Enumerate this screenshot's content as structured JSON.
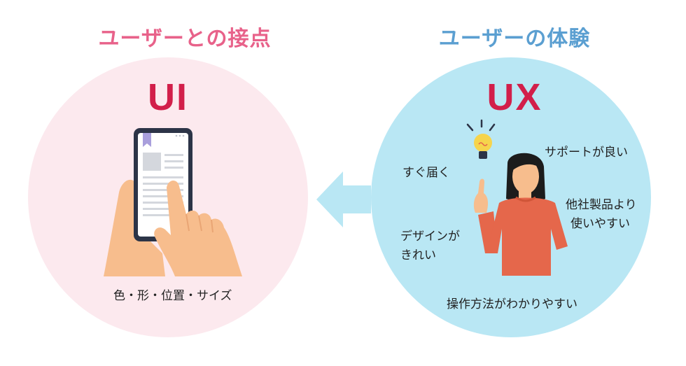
{
  "colors": {
    "ui_heading": "#e8628a",
    "ux_heading": "#5b9fd1",
    "big_letters": "#d21f4a",
    "ui_circle": "#fce9ee",
    "ux_circle": "#b9e7f4",
    "arrow": "#b9e7f4",
    "person_sweater": "#e5674b",
    "skin": "#f7bd8d",
    "phone_frame": "#2c3447"
  },
  "left": {
    "heading": "ユーザーとの接点",
    "label": "UI",
    "caption": "色・形・位置・サイズ",
    "icon": "hand-holding-smartphone-icon"
  },
  "right": {
    "heading": "ユーザーの体験",
    "label": "UX",
    "icon": "woman-with-lightbulb-icon",
    "notes": {
      "fast": "すぐ届く",
      "support": "サポートが良い",
      "products_line1": "他社製品より",
      "products_line2": "使いやすい",
      "design_line1": "デザインが",
      "design_line2": "きれい",
      "operation": "操作方法がわかりやすい"
    }
  },
  "arrow_direction": "left"
}
